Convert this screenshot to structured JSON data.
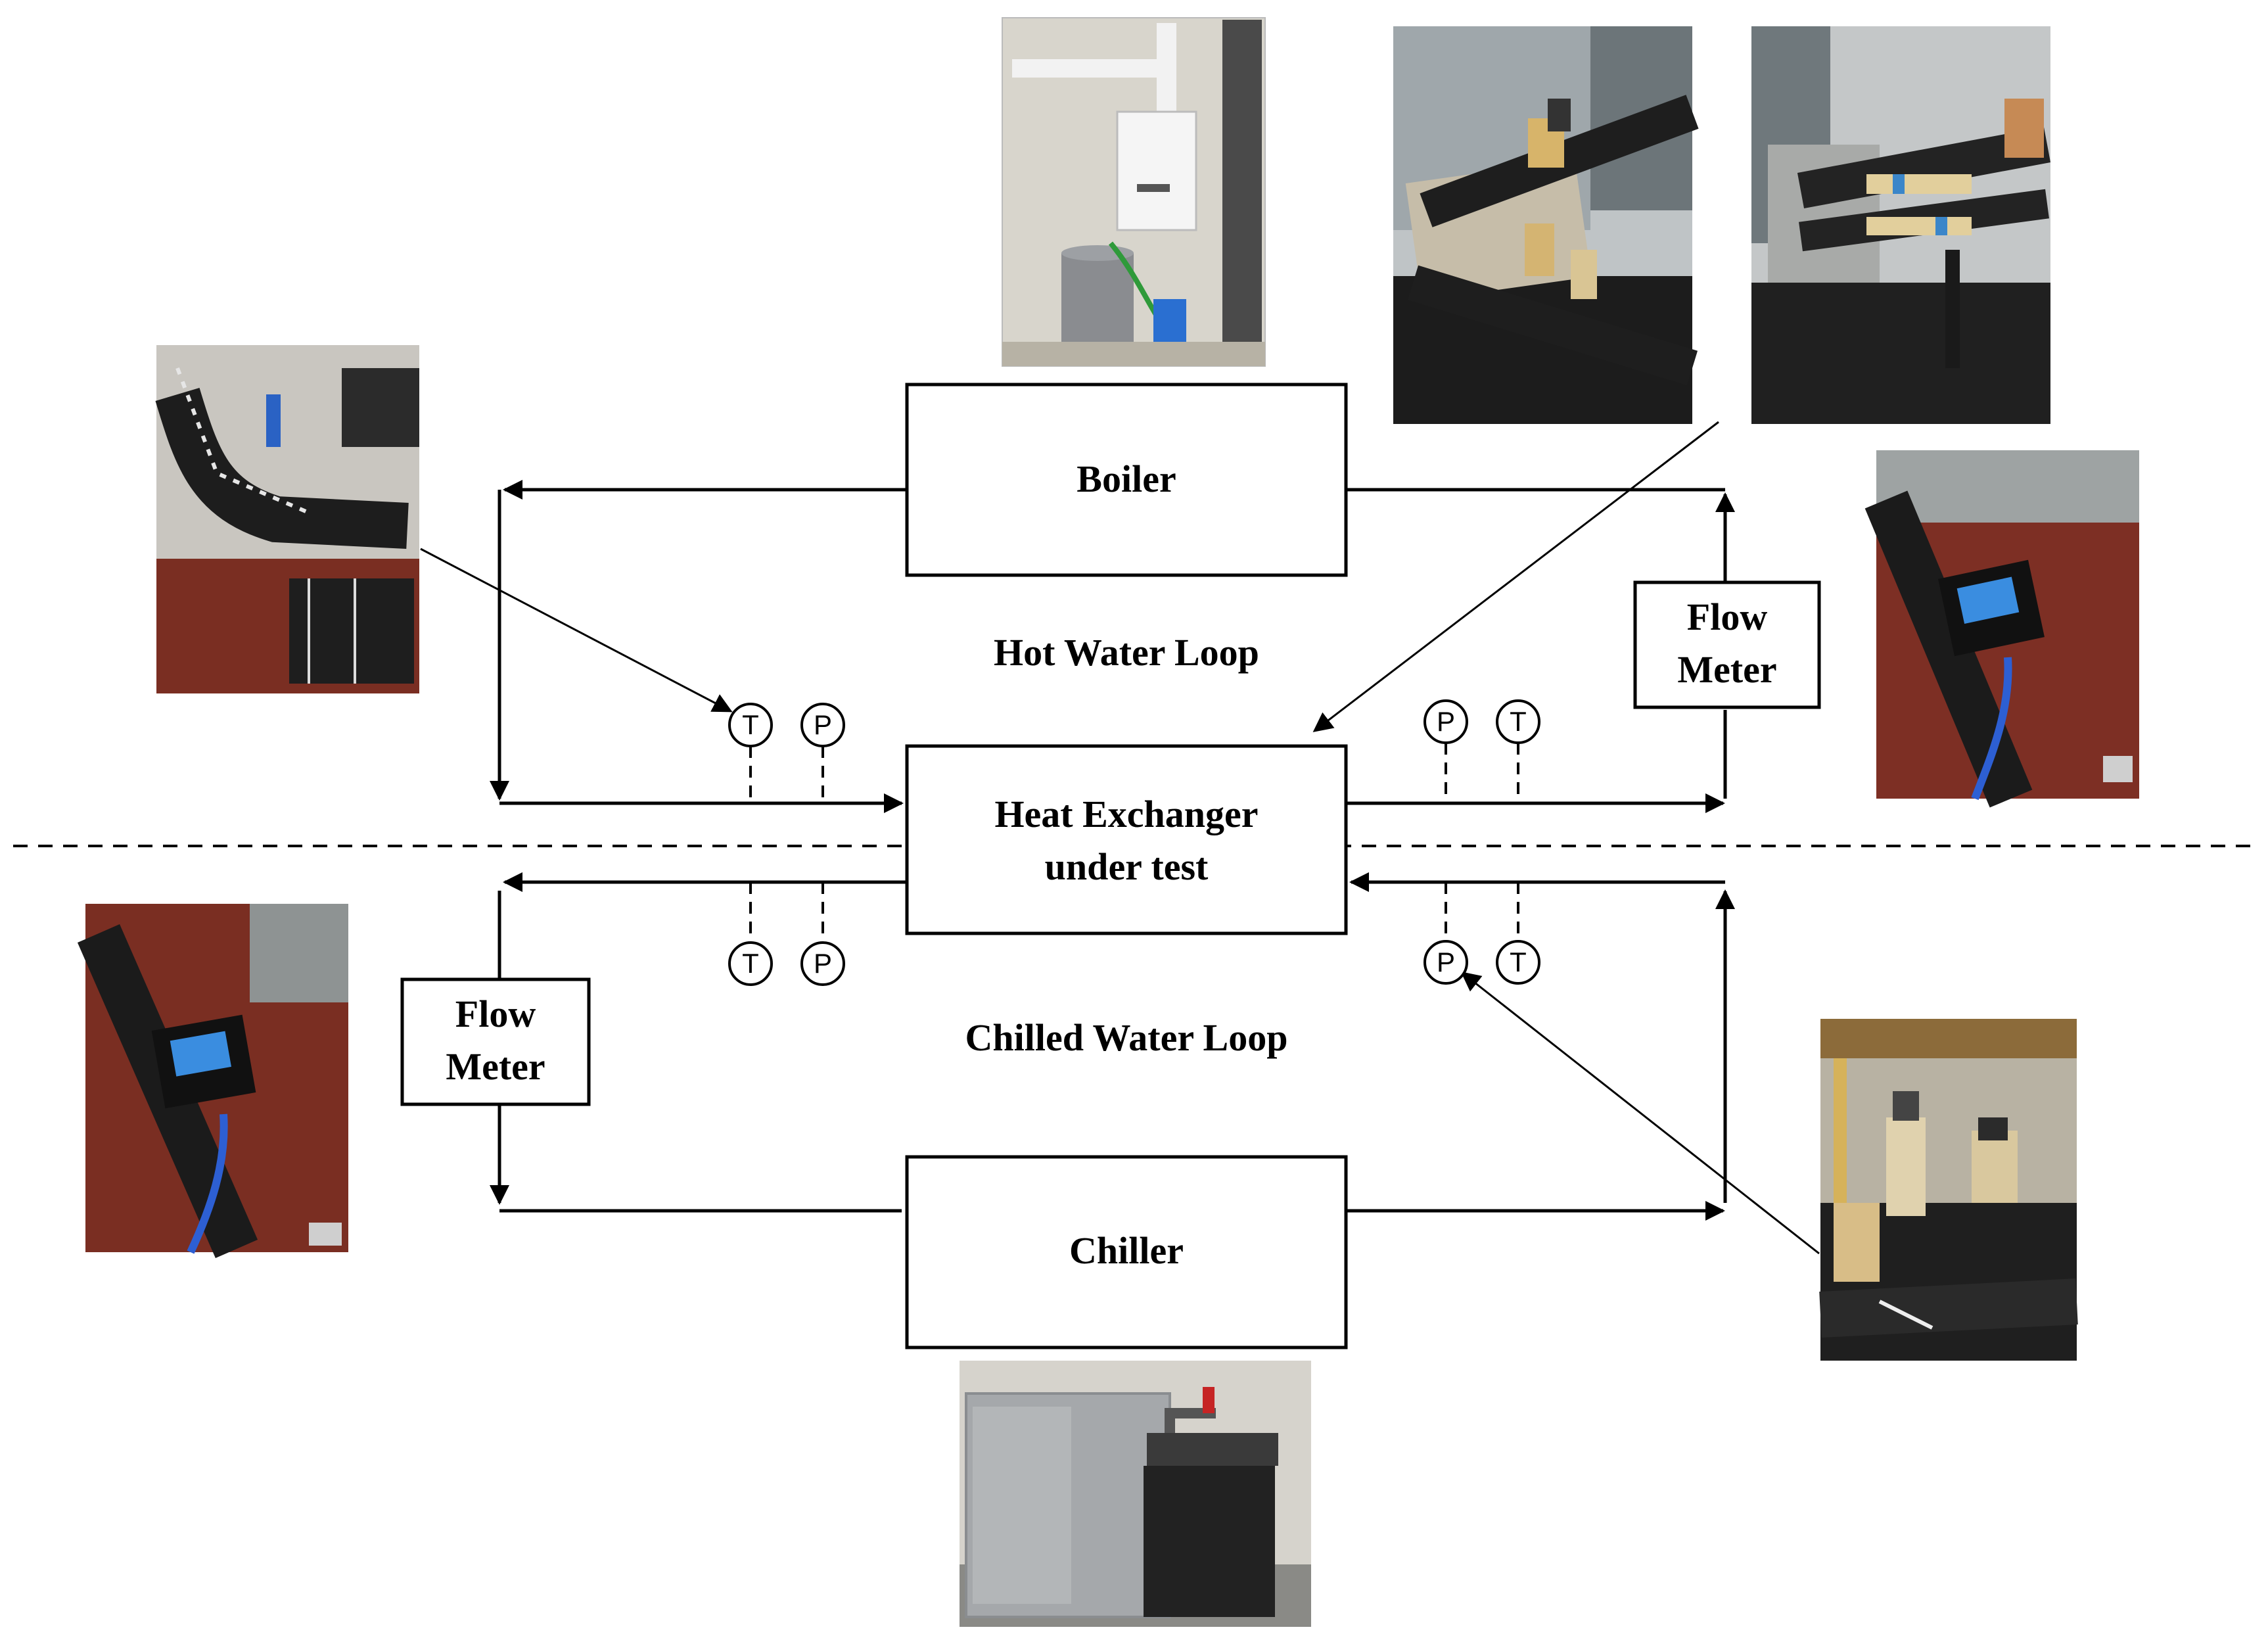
{
  "labels": {
    "boiler": "Boiler",
    "heat_exchanger_line1": "Heat Exchanger",
    "heat_exchanger_line2": "under test",
    "chiller": "Chiller",
    "flow_meter_top_line1": "Flow",
    "flow_meter_top_line2": "Meter",
    "flow_meter_bottom_line1": "Flow",
    "flow_meter_bottom_line2": "Meter",
    "hot_loop": "Hot Water Loop",
    "chilled_loop": "Chilled Water Loop"
  },
  "sensors": {
    "hot_in_t": "T",
    "hot_in_p": "P",
    "hot_out_p": "P",
    "hot_out_t": "T",
    "cold_out_t": "T",
    "cold_out_p": "P",
    "cold_in_p": "P",
    "cold_in_t": "T"
  },
  "photos": {
    "boiler_photo": "boiler photograph",
    "hx_photo_left": "heat exchanger connection photograph",
    "hx_photo_right": "heat exchanger connection photograph",
    "hot_sensor_photo": "temperature sensor photograph",
    "hot_flowmeter_photo": "flow meter display photograph",
    "cold_flowmeter_photo": "flow meter display photograph",
    "pressure_sensor_photo": "pressure sensor photograph",
    "chiller_photo": "chiller photograph"
  },
  "colors": {
    "line": "#000000",
    "floor": "#7a2e22",
    "pipe_insulation": "#1d1d1d",
    "wall": "#d9d6cf",
    "display": "#3a8de0"
  }
}
